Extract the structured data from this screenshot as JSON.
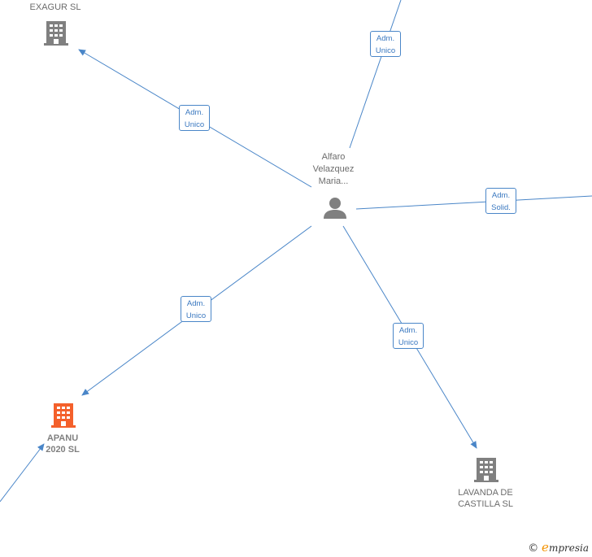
{
  "person": {
    "name_lines": [
      "Alfaro",
      "Velazquez",
      "Maria..."
    ]
  },
  "companies": {
    "exagur": {
      "lines": [
        "EXAGUR SL"
      ]
    },
    "apanu": {
      "lines": [
        "APANU",
        "2020  SL"
      ],
      "color": "#f4602b"
    },
    "lavanda": {
      "lines": [
        "LAVANDA DE",
        "CASTILLA  SL"
      ]
    }
  },
  "edge_labels": {
    "exagur": [
      "Adm.",
      "Unico"
    ],
    "top": [
      "Adm.",
      "Unico"
    ],
    "right": [
      "Adm.",
      "Solid."
    ],
    "apanu": [
      "Adm.",
      "Unico"
    ],
    "lavanda": [
      "Adm.",
      "Unico"
    ]
  },
  "colors": {
    "edge": "#4a86c8",
    "building_default": "#808080",
    "building_main": "#f4602b"
  },
  "footer": {
    "copyright": "©",
    "brand_first": "e",
    "brand_rest": "mpresia"
  }
}
